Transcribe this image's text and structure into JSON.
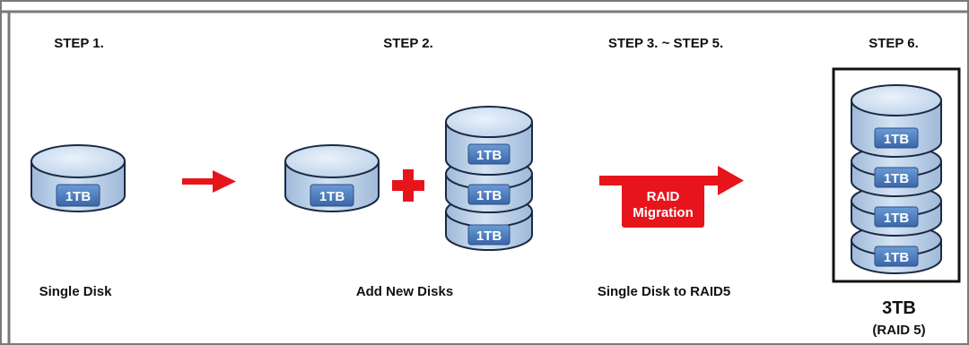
{
  "steps": {
    "step1": {
      "heading": "STEP 1.",
      "caption": "Single Disk",
      "disk_label": "1TB"
    },
    "step2": {
      "heading": "STEP 2.",
      "caption": "Add New Disks",
      "existing_disk_label": "1TB",
      "new_disk_labels": [
        "1TB",
        "1TB",
        "1TB"
      ]
    },
    "step3_5": {
      "heading": "STEP 3. ~ STEP 5.",
      "caption": "Single Disk to RAID5",
      "badge_line1": "RAID",
      "badge_line2": "Migration"
    },
    "step6": {
      "heading": "STEP 6.",
      "disk_labels": [
        "1TB",
        "1TB",
        "1TB",
        "1TB"
      ],
      "capacity": "3TB",
      "raid_level": "(RAID 5)"
    }
  },
  "colors": {
    "accent_red": "#e8141c",
    "disk_top": "#cfe0f2",
    "disk_side": "#b7cde6",
    "disk_label_bg": "#4f7fc0",
    "frame_border": "#7a7a7a"
  },
  "icons": {
    "arrow": "right-arrow-icon",
    "plus": "plus-icon"
  }
}
